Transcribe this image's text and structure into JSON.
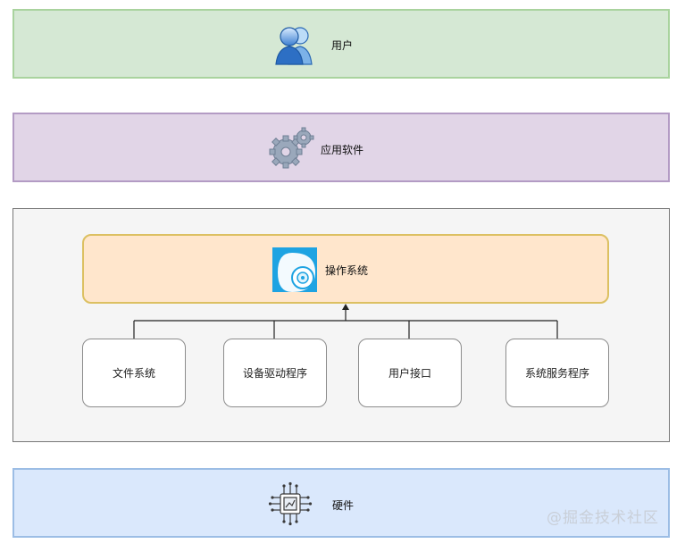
{
  "layers": {
    "user": {
      "label": "用户",
      "color": "#d5e8d4",
      "border": "#97c88f"
    },
    "app_software": {
      "label": "应用软件",
      "color": "#e1d5e7",
      "border": "#9673a6"
    },
    "os_container": {
      "color": "#f5f5f5",
      "border": "#666666"
    },
    "operating_system": {
      "label": "操作系统",
      "color": "#ffe6cc",
      "border": "#d6b656"
    },
    "hardware": {
      "label": "硬件",
      "color": "#dae8fc",
      "border": "#8fb0d8"
    }
  },
  "components": [
    {
      "label": "文件系统"
    },
    {
      "label": "设备驱动程序"
    },
    {
      "label": "用户接口"
    },
    {
      "label": "系统服务程序"
    }
  ],
  "icons": {
    "user": "users-icon",
    "app_software": "gears-icon",
    "operating_system": "os-disc-icon",
    "hardware": "chip-icon"
  },
  "watermark": "@掘金技术社区"
}
